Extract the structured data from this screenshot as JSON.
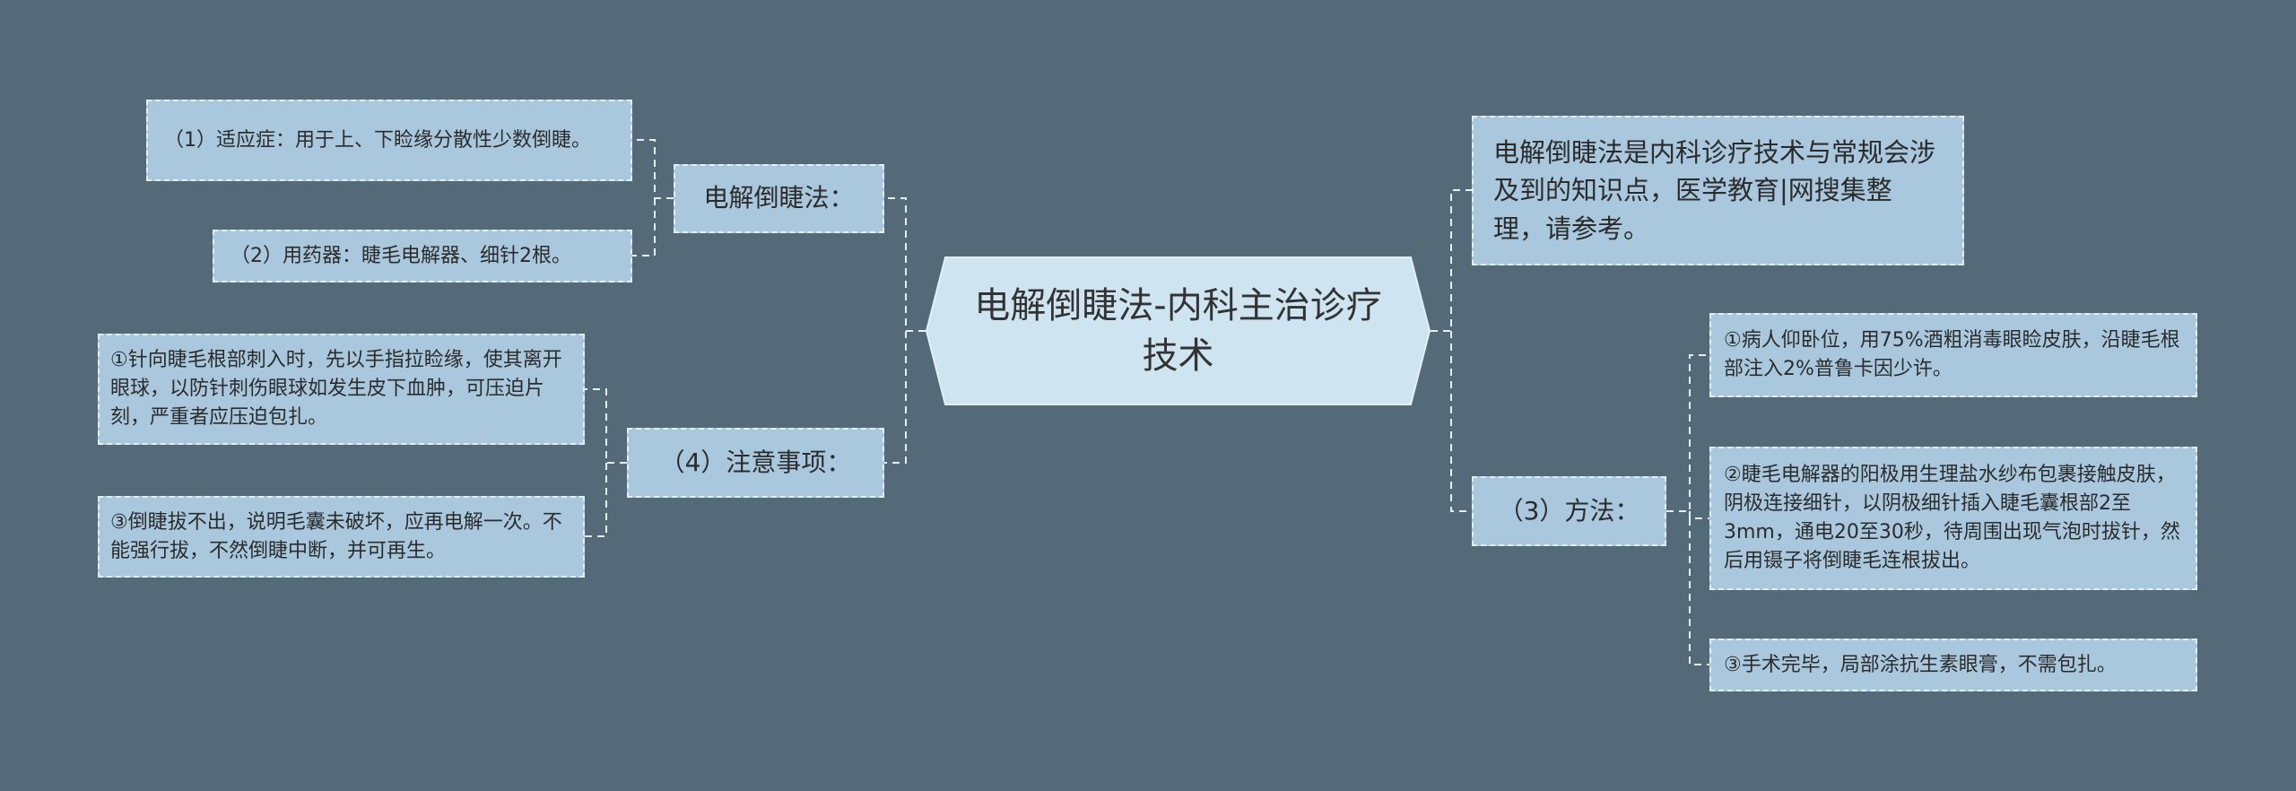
{
  "colors": {
    "background": "#546a79",
    "node": "#a9c8de",
    "center": "#cfe4f1",
    "line": "#e4eef5"
  },
  "center": {
    "title": "电解倒睫法-内科主治诊疗技术"
  },
  "left": [
    {
      "label": "电解倒睫法：",
      "children": [
        "（1）适应症：用于上、下睑缘分散性少数倒睫。",
        "（2）用药器：睫毛电解器、细针2根。"
      ]
    },
    {
      "label": "（4）注意事项：",
      "children": [
        "①针向睫毛根部刺入时，先以手指拉睑缘，使其离开眼球，以防针刺伤眼球如发生皮下血肿，可压迫片刻，严重者应压迫包扎。",
        "③倒睫拔不出，说明毛囊未破坏，应再电解一次。不能强行拔，不然倒睫中断，并可再生。"
      ]
    }
  ],
  "right": [
    {
      "label": "电解倒睫法是内科诊疗技术与常规会涉及到的知识点，医学教育|网搜集整理，请参考。"
    },
    {
      "label": "（3）方法：",
      "children": [
        "①病人仰卧位，用75%酒粗消毒眼睑皮肤，沿睫毛根部注入2%普鲁卡因少许。",
        "②睫毛电解器的阳极用生理盐水纱布包裹接触皮肤，阴极连接细针，以阴极细针插入睫毛囊根部2至3mm，通电20至30秒，待周围出现气泡时拔针，然后用镊子将倒睫毛连根拔出。",
        "③手术完毕，局部涂抗生素眼膏，不需包扎。"
      ]
    }
  ]
}
